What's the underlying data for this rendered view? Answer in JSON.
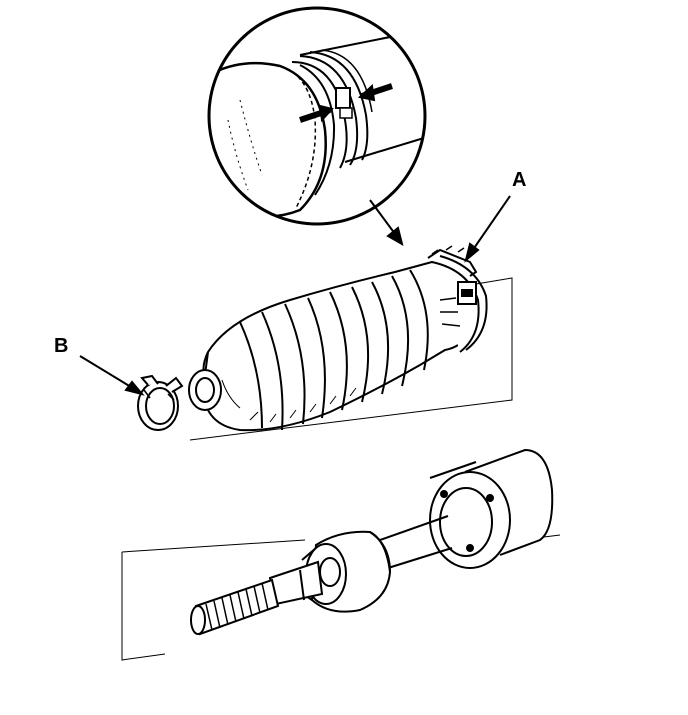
{
  "figure": {
    "callouts": {
      "a": "A",
      "b": "B"
    },
    "parts": [
      "boot-band-detail-circle",
      "steering-boot",
      "boot-band-a",
      "boot-clip-b",
      "rack-end",
      "tie-rod-shaft",
      "threaded-end"
    ]
  }
}
